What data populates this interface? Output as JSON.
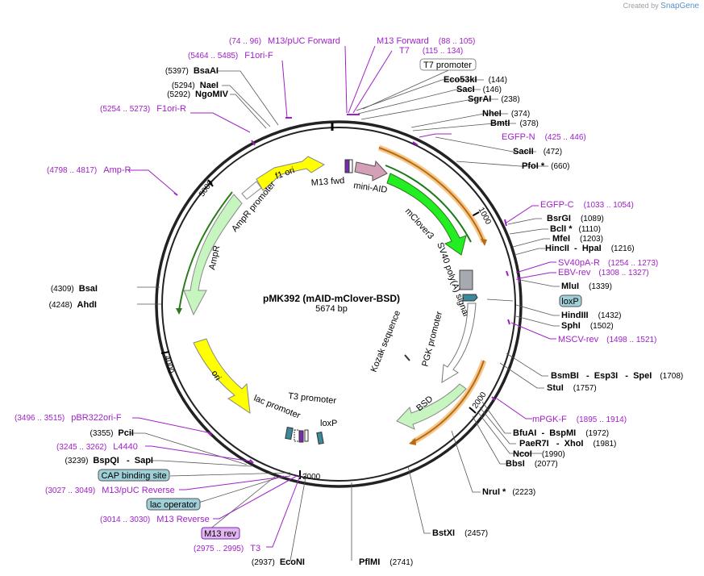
{
  "branding": {
    "created_by": "Created by",
    "app": "SnapGene"
  },
  "plasmid": {
    "name": "pMK392 (mAID-mClover-BSD)",
    "size": "5674 bp",
    "length": 5674
  },
  "ticks": [
    "1000",
    "2000",
    "3000",
    "4000",
    "5000"
  ],
  "colors": {
    "backbone": "#222222",
    "primer": "#a020c8",
    "label_line": "#555555",
    "ampr": "#c6f5c0",
    "ori": "#ffff00",
    "mclover": "#22ee22",
    "bsd": "#c6f5c0",
    "mini_aid": "#d4a0b8",
    "white": "#ffffff",
    "loxp": "#3a8a9a",
    "orange": "#f0a030"
  },
  "sites": [
    {
      "name": "BsaAI",
      "pos": "(5397)"
    },
    {
      "name": "NaeI",
      "pos": "(5294)"
    },
    {
      "name": "NgoMIV",
      "pos": "(5292)"
    },
    {
      "name": "Eco53kI",
      "pos": "(144)"
    },
    {
      "name": "SacI",
      "pos": "(146)"
    },
    {
      "name": "SgrAI",
      "pos": "(238)"
    },
    {
      "name": "NheI",
      "pos": "(374)"
    },
    {
      "name": "BmtI",
      "pos": "(378)"
    },
    {
      "name": "SacII",
      "pos": "(472)"
    },
    {
      "name": "PfoI *",
      "pos": "(660)"
    },
    {
      "name": "BsrGI",
      "pos": "(1089)"
    },
    {
      "name": "BclI *",
      "pos": "(1110)"
    },
    {
      "name": "MfeI",
      "pos": "(1203)"
    },
    {
      "name": "HincII  -  HpaI",
      "pos": "(1216)"
    },
    {
      "name": "MluI",
      "pos": "(1339)"
    },
    {
      "name": "HindIII",
      "pos": "(1432)"
    },
    {
      "name": "SphI",
      "pos": "(1502)"
    },
    {
      "name": "BsmBI   -  Esp3I   -  SpeI",
      "pos": "(1708)"
    },
    {
      "name": "StuI",
      "pos": "(1757)"
    },
    {
      "name": "BfuAI  -  BspMI",
      "pos": "(1972)"
    },
    {
      "name": "PaeR7I   -  XhoI",
      "pos": "(1981)"
    },
    {
      "name": "NcoI",
      "pos": "(1990)"
    },
    {
      "name": "BbsI",
      "pos": "(2077)"
    },
    {
      "name": "NruI *",
      "pos": "(2223)"
    },
    {
      "name": "BstXI",
      "pos": "(2457)"
    },
    {
      "name": "PflMI",
      "pos": "(2741)"
    },
    {
      "name": "EcoNI",
      "pos": "(2937)"
    },
    {
      "name": "BspQI   -  SapI",
      "pos": "(3239)"
    },
    {
      "name": "PciI",
      "pos": "(3355)"
    },
    {
      "name": "AhdI",
      "pos": "(4248)"
    },
    {
      "name": "BsaI",
      "pos": "(4309)"
    }
  ],
  "primers": [
    {
      "name": "M13/pUC Forward",
      "pos": "(74 .. 96)"
    },
    {
      "name": "F1ori-F",
      "pos": "(5464 .. 5485)"
    },
    {
      "name": "F1ori-R",
      "pos": "(5254 .. 5273)"
    },
    {
      "name": "M13 Forward",
      "pos": "(88 .. 105)"
    },
    {
      "name": "T7",
      "pos": "(115 .. 134)"
    },
    {
      "name": "EGFP-N",
      "pos": "(425 .. 446)"
    },
    {
      "name": "Amp-R",
      "pos": "(4798 .. 4817)"
    },
    {
      "name": "EGFP-C",
      "pos": "(1033 .. 1054)"
    },
    {
      "name": "SV40pA-R",
      "pos": "(1254 .. 1273)"
    },
    {
      "name": "EBV-rev",
      "pos": "(1308 .. 1327)"
    },
    {
      "name": "MSCV-rev",
      "pos": "(1498 .. 1521)"
    },
    {
      "name": "mPGK-F",
      "pos": "(1895 .. 1914)"
    },
    {
      "name": "pBR322ori-F",
      "pos": "(3496 .. 3515)"
    },
    {
      "name": "L4440",
      "pos": "(3245 .. 3262)"
    },
    {
      "name": "M13/pUC Reverse",
      "pos": "(3027 .. 3049)"
    },
    {
      "name": "M13 Reverse",
      "pos": "(3014 .. 3030)"
    },
    {
      "name": "T3",
      "pos": "(2975 .. 2995)"
    }
  ],
  "boxed_features": [
    {
      "name": "T7 promoter"
    },
    {
      "name": "loxP"
    },
    {
      "name": "CAP binding site"
    },
    {
      "name": "lac operator"
    },
    {
      "name": "M13 rev"
    }
  ],
  "features": [
    {
      "name": "f1 ori"
    },
    {
      "name": "AmpR promoter"
    },
    {
      "name": "AmpR"
    },
    {
      "name": "ori"
    },
    {
      "name": "lac promoter"
    },
    {
      "name": "T3 promoter"
    },
    {
      "name": "loxP"
    },
    {
      "name": "M13 fwd"
    },
    {
      "name": "mini-AID"
    },
    {
      "name": "mClover3"
    },
    {
      "name": "SV40 poly(A) signal"
    },
    {
      "name": "PGK promoter"
    },
    {
      "name": "Kozak sequence"
    },
    {
      "name": "BSD"
    }
  ]
}
